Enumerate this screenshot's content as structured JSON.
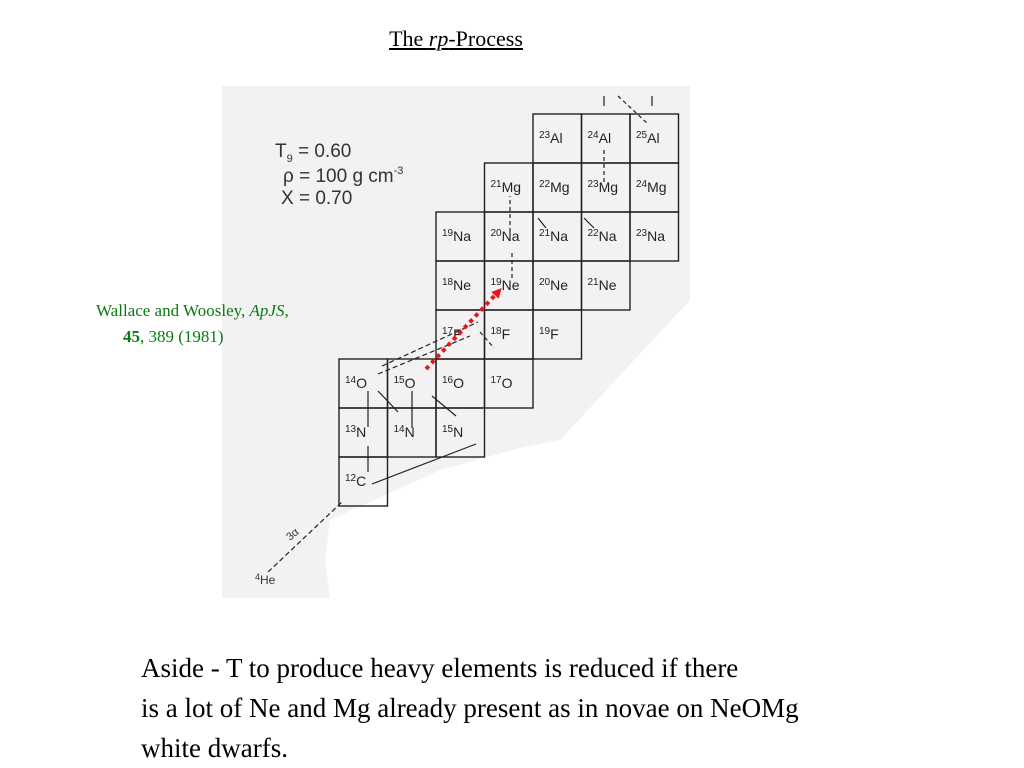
{
  "title": {
    "prefix": "The ",
    "italic": "rp",
    "suffix": "-Process"
  },
  "conditions": {
    "temperature": {
      "sym": "T",
      "sub": "9",
      "value": " = 0.60"
    },
    "density": {
      "text": "ρ = 100 g cm",
      "sup": "-3"
    },
    "hydrogen": {
      "text": "X = 0.70"
    }
  },
  "nuclides": [
    {
      "a": "12",
      "el": "C",
      "col": 0,
      "row": 0
    },
    {
      "a": "13",
      "el": "N",
      "col": 0,
      "row": 1
    },
    {
      "a": "14",
      "el": "N",
      "col": 1,
      "row": 1
    },
    {
      "a": "15",
      "el": "N",
      "col": 2,
      "row": 1
    },
    {
      "a": "14",
      "el": "O",
      "col": 0,
      "row": 2
    },
    {
      "a": "15",
      "el": "O",
      "col": 1,
      "row": 2
    },
    {
      "a": "16",
      "el": "O",
      "col": 2,
      "row": 2
    },
    {
      "a": "17",
      "el": "O",
      "col": 3,
      "row": 2
    },
    {
      "a": "17",
      "el": "F",
      "col": 2,
      "row": 3
    },
    {
      "a": "18",
      "el": "F",
      "col": 3,
      "row": 3
    },
    {
      "a": "19",
      "el": "F",
      "col": 4,
      "row": 3
    },
    {
      "a": "18",
      "el": "Ne",
      "col": 2,
      "row": 4
    },
    {
      "a": "19",
      "el": "Ne",
      "col": 3,
      "row": 4
    },
    {
      "a": "20",
      "el": "Ne",
      "col": 4,
      "row": 4
    },
    {
      "a": "21",
      "el": "Ne",
      "col": 5,
      "row": 4
    },
    {
      "a": "19",
      "el": "Na",
      "col": 2,
      "row": 5
    },
    {
      "a": "20",
      "el": "Na",
      "col": 3,
      "row": 5
    },
    {
      "a": "21",
      "el": "Na",
      "col": 4,
      "row": 5
    },
    {
      "a": "22",
      "el": "Na",
      "col": 5,
      "row": 5
    },
    {
      "a": "23",
      "el": "Na",
      "col": 6,
      "row": 5
    },
    {
      "a": "21",
      "el": "Mg",
      "col": 3,
      "row": 6
    },
    {
      "a": "22",
      "el": "Mg",
      "col": 4,
      "row": 6
    },
    {
      "a": "23",
      "el": "Mg",
      "col": 5,
      "row": 6
    },
    {
      "a": "24",
      "el": "Mg",
      "col": 6,
      "row": 6
    },
    {
      "a": "23",
      "el": "Al",
      "col": 4,
      "row": 7
    },
    {
      "a": "24",
      "el": "Al",
      "col": 5,
      "row": 7
    },
    {
      "a": "25",
      "el": "Al",
      "col": 6,
      "row": 7
    }
  ],
  "helium": {
    "a": "4",
    "el": "He"
  },
  "triple_alpha_label": "3α",
  "citation": {
    "authors": "Wallace and Woosley, ",
    "journal": "ApJS",
    "comma": ",",
    "volume": "45",
    "rest": ", 389 (1981)"
  },
  "colors": {
    "citation": "#0a7a12",
    "arrow": "#e8141c",
    "scan_background": "#f2f2f2"
  },
  "aside": {
    "line1": "Aside - T to produce heavy elements is reduced if there",
    "line2": "is a lot of Ne and Mg already present as in novae on NeOMg",
    "line3": "white dwarfs."
  }
}
